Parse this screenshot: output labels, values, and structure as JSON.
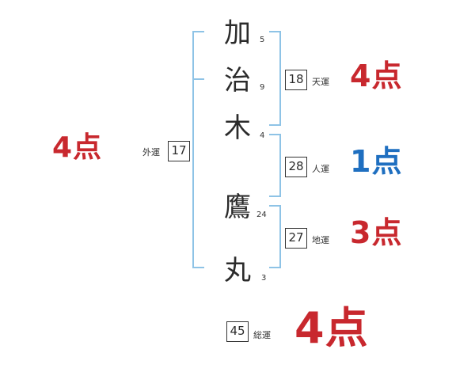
{
  "name": {
    "chars": [
      {
        "char": "加",
        "strokes": "5"
      },
      {
        "char": "治",
        "strokes": "9"
      },
      {
        "char": "木",
        "strokes": "4"
      },
      {
        "char": "鷹",
        "strokes": "24"
      },
      {
        "char": "丸",
        "strokes": "3"
      }
    ]
  },
  "fortunes": {
    "tenkaku": {
      "label": "天運",
      "value": "18",
      "score": "4点"
    },
    "jinkaku": {
      "label": "人運",
      "value": "28",
      "score": "1点"
    },
    "chikaku": {
      "label": "地運",
      "value": "27",
      "score": "3点"
    },
    "gaikaku": {
      "label": "外運",
      "value": "17",
      "score": "4点"
    },
    "soukaku": {
      "label": "総運",
      "value": "45",
      "score": "4点"
    }
  },
  "colors": {
    "bracket": "#8ec3e6",
    "score_red": "#c8282e",
    "score_blue": "#1f6fc0"
  }
}
